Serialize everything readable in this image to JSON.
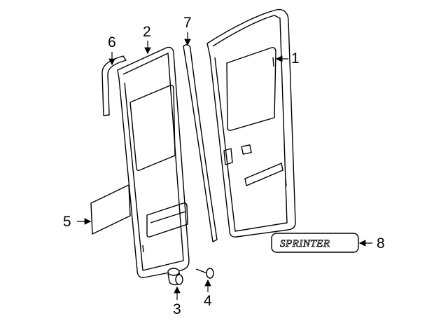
{
  "callouts": [
    {
      "number": "1",
      "part": "door-shell"
    },
    {
      "number": "2",
      "part": "door-inner-panel"
    },
    {
      "number": "3",
      "part": "plug"
    },
    {
      "number": "4",
      "part": "screw"
    },
    {
      "number": "5",
      "part": "insulator"
    },
    {
      "number": "6",
      "part": "molding"
    },
    {
      "number": "7",
      "part": "weatherstrip"
    },
    {
      "number": "8",
      "part": "emblem"
    }
  ],
  "emblem_text": "SPRINTER"
}
